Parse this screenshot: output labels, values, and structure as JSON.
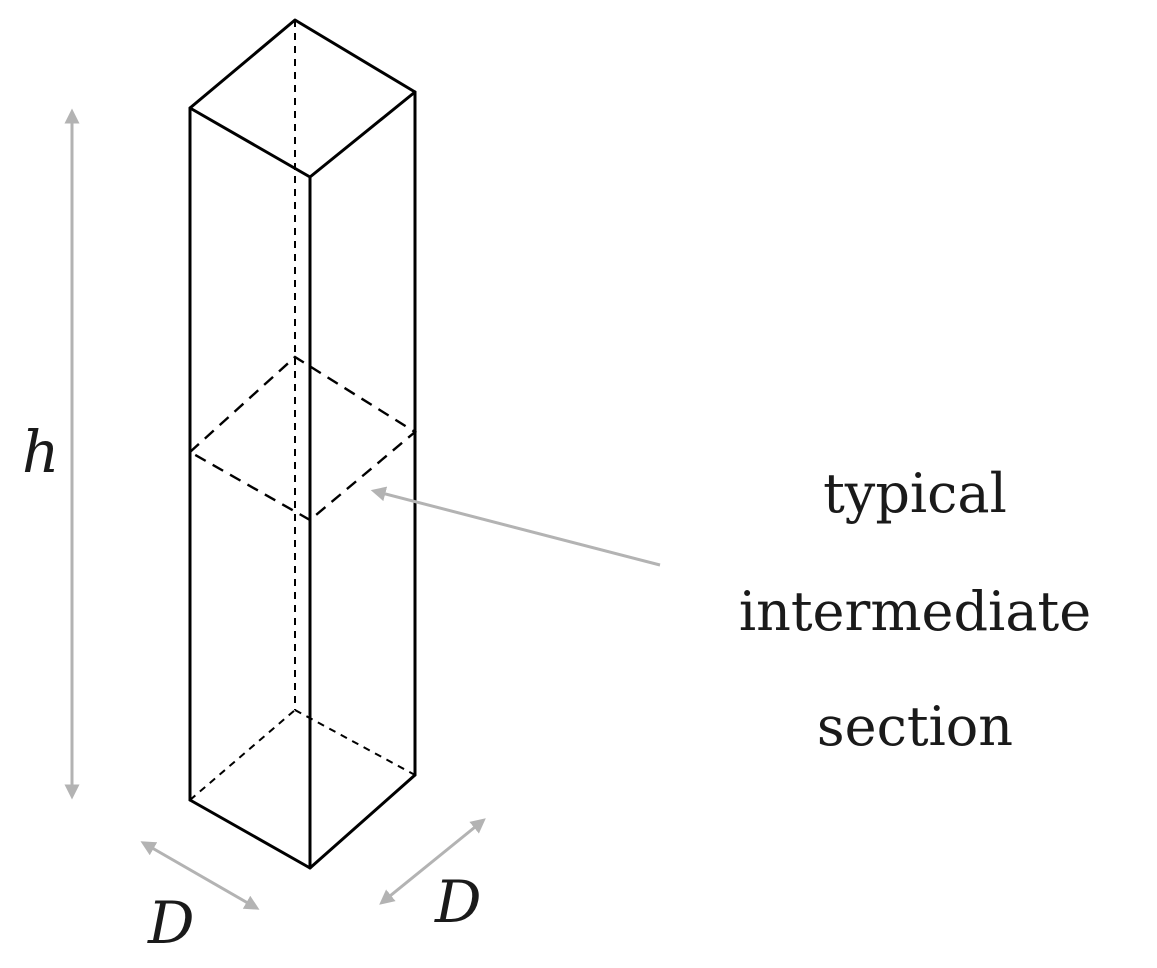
{
  "labels": {
    "height": "h",
    "depth_left": "D",
    "depth_right": "D"
  },
  "callout": {
    "line1": "typical",
    "line2": "intermediate",
    "line3": "section"
  },
  "colors": {
    "edge": "#000000",
    "dimension": "#b3b3b3",
    "text": "#1a1a1a"
  }
}
